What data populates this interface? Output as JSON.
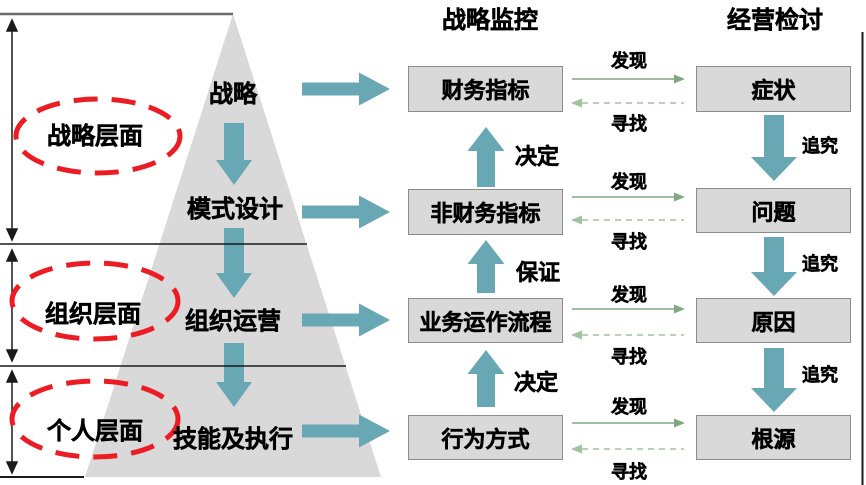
{
  "left_panel": {
    "levels": [
      {
        "label": "战略层面"
      },
      {
        "label": "组织层面"
      },
      {
        "label": "个人层面"
      }
    ]
  },
  "pyramid": {
    "levels": [
      {
        "label": "战略"
      },
      {
        "label": "模式设计"
      },
      {
        "label": "组织运营"
      },
      {
        "label": "技能及执行"
      }
    ]
  },
  "monitor_column": {
    "title": "战略监控",
    "boxes": [
      {
        "label": "财务指标"
      },
      {
        "label": "非财务指标"
      },
      {
        "label": "业务运作流程"
      },
      {
        "label": "行为方式"
      }
    ],
    "up_arrow_labels": [
      {
        "label": "决定"
      },
      {
        "label": "保证"
      },
      {
        "label": "决定"
      }
    ]
  },
  "review_column": {
    "title": "经营检讨",
    "boxes": [
      {
        "label": "症状"
      },
      {
        "label": "问题"
      },
      {
        "label": "原因"
      },
      {
        "label": "根源"
      }
    ],
    "down_arrow_labels": [
      {
        "label": "追究"
      },
      {
        "label": "追究"
      },
      {
        "label": "追究"
      }
    ]
  },
  "links": {
    "pairs": [
      {
        "discover": "发现",
        "search": "寻找"
      },
      {
        "discover": "发现",
        "search": "寻找"
      },
      {
        "discover": "发现",
        "search": "寻找"
      },
      {
        "discover": "发现",
        "search": "寻找"
      }
    ]
  },
  "colors": {
    "teal_arrow": "#68A7B4",
    "green_solid": "#7FA87F",
    "green_dashed": "#9FC29F",
    "red_ellipse": "#EC1C24",
    "pyramid_gray": "#D9D9D9",
    "box_fill": "#D9D9D9",
    "box_border": "#8C8C8C"
  }
}
